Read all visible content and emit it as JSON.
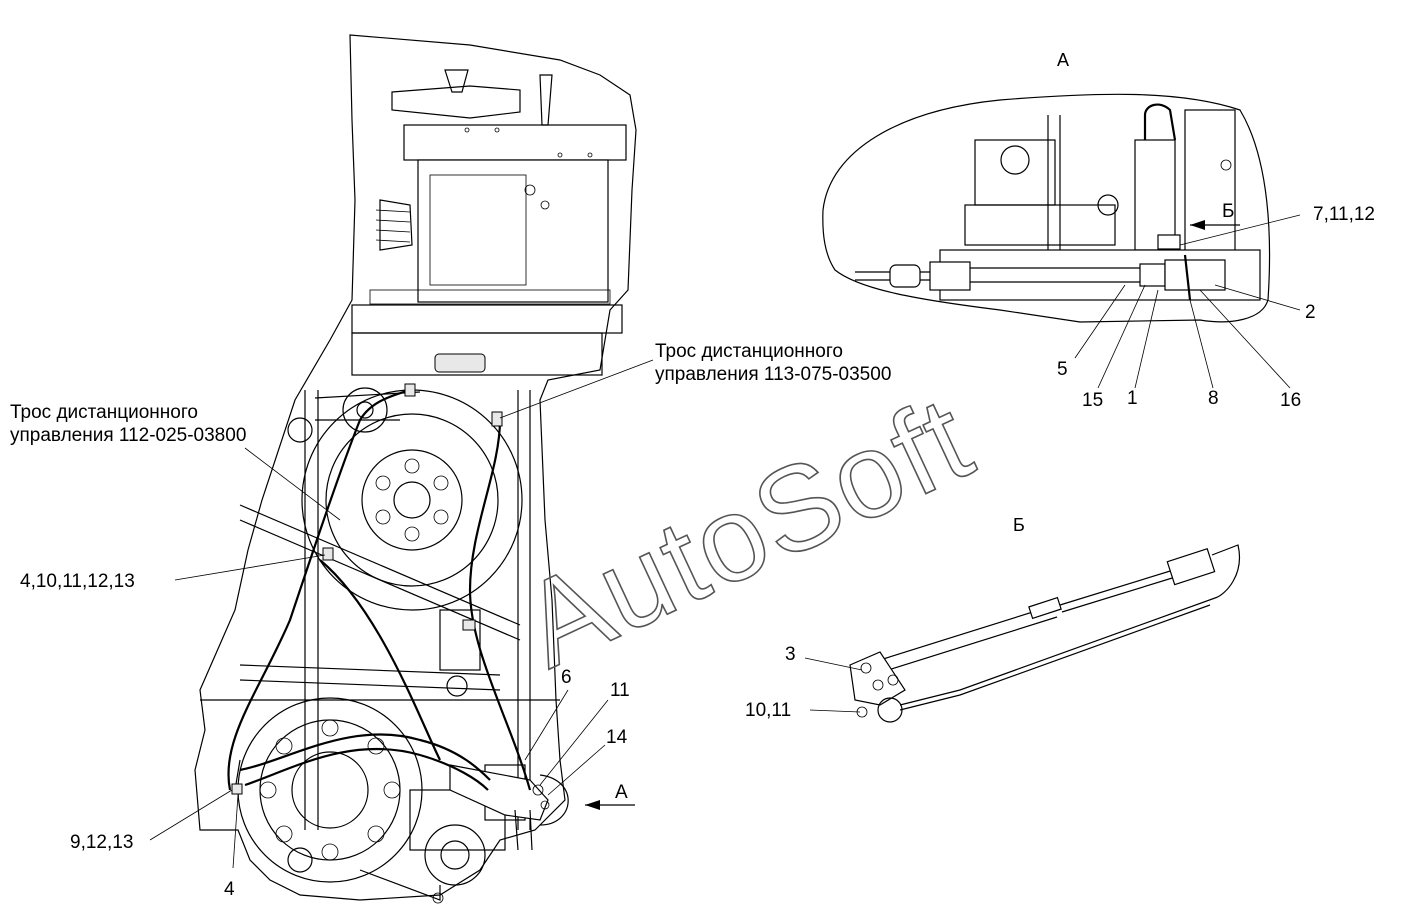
{
  "views": {
    "view_a_title": "А",
    "view_b_title": "Б",
    "arrow_a_label": "А",
    "arrow_b_label": "Б"
  },
  "callouts": {
    "cable_1_line1": "Трос дистанционного",
    "cable_1_line2": "управления 113-075-03500",
    "cable_2_line1": "Трос дистанционного",
    "cable_2_line2": "управления 112-025-03800",
    "main_4_10_11_12_13": "4,10,11,12,13",
    "main_6": "6",
    "main_11": "11",
    "main_14": "14",
    "main_9_12_13": "9,12,13",
    "main_4": "4",
    "a_7_11_12": "7,11,12",
    "a_2": "2",
    "a_5": "5",
    "a_15": "15",
    "a_1": "1",
    "a_8": "8",
    "a_16": "16",
    "b_3": "3",
    "b_10_11": "10,11"
  },
  "watermark": "AutoSoft"
}
